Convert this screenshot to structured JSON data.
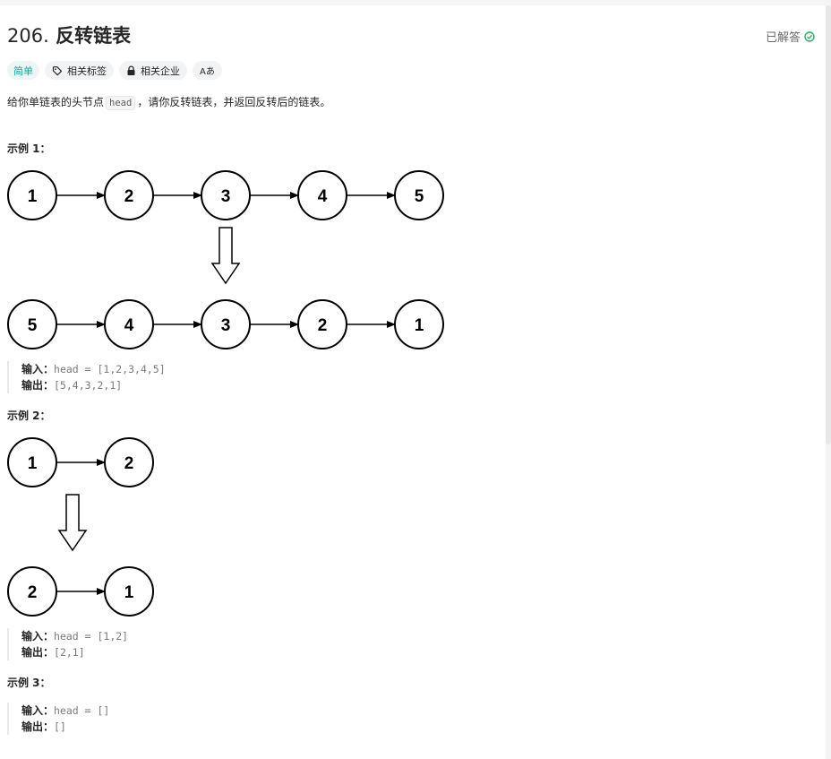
{
  "problem": {
    "number": "206.",
    "title": "反转链表",
    "status": "已解答",
    "tags": {
      "difficulty": "简单",
      "related_tags": "相关标签",
      "companies": "相关企业",
      "translate": "Aあ"
    },
    "description": {
      "before": "给你单链表的头节点",
      "code": "head",
      "after": "，请你反转链表，并返回反转后的链表。"
    }
  },
  "examples": [
    {
      "title": "示例 1：",
      "input_label": "输入：",
      "input_value": "head = [1,2,3,4,5]",
      "output_label": "输出：",
      "output_value": "[5,4,3,2,1]",
      "top_list": [
        "1",
        "2",
        "3",
        "4",
        "5"
      ],
      "bottom_list": [
        "5",
        "4",
        "3",
        "2",
        "1"
      ]
    },
    {
      "title": "示例 2：",
      "input_label": "输入：",
      "input_value": "head = [1,2]",
      "output_label": "输出：",
      "output_value": "[2,1]",
      "top_list": [
        "1",
        "2"
      ],
      "bottom_list": [
        "2",
        "1"
      ]
    },
    {
      "title": "示例 3：",
      "input_label": "输入：",
      "input_value": "head = []",
      "output_label": "输出：",
      "output_value": "[]"
    }
  ],
  "colors": {
    "accent_easy": "#00af9b",
    "solved_check": "#2db55d"
  }
}
